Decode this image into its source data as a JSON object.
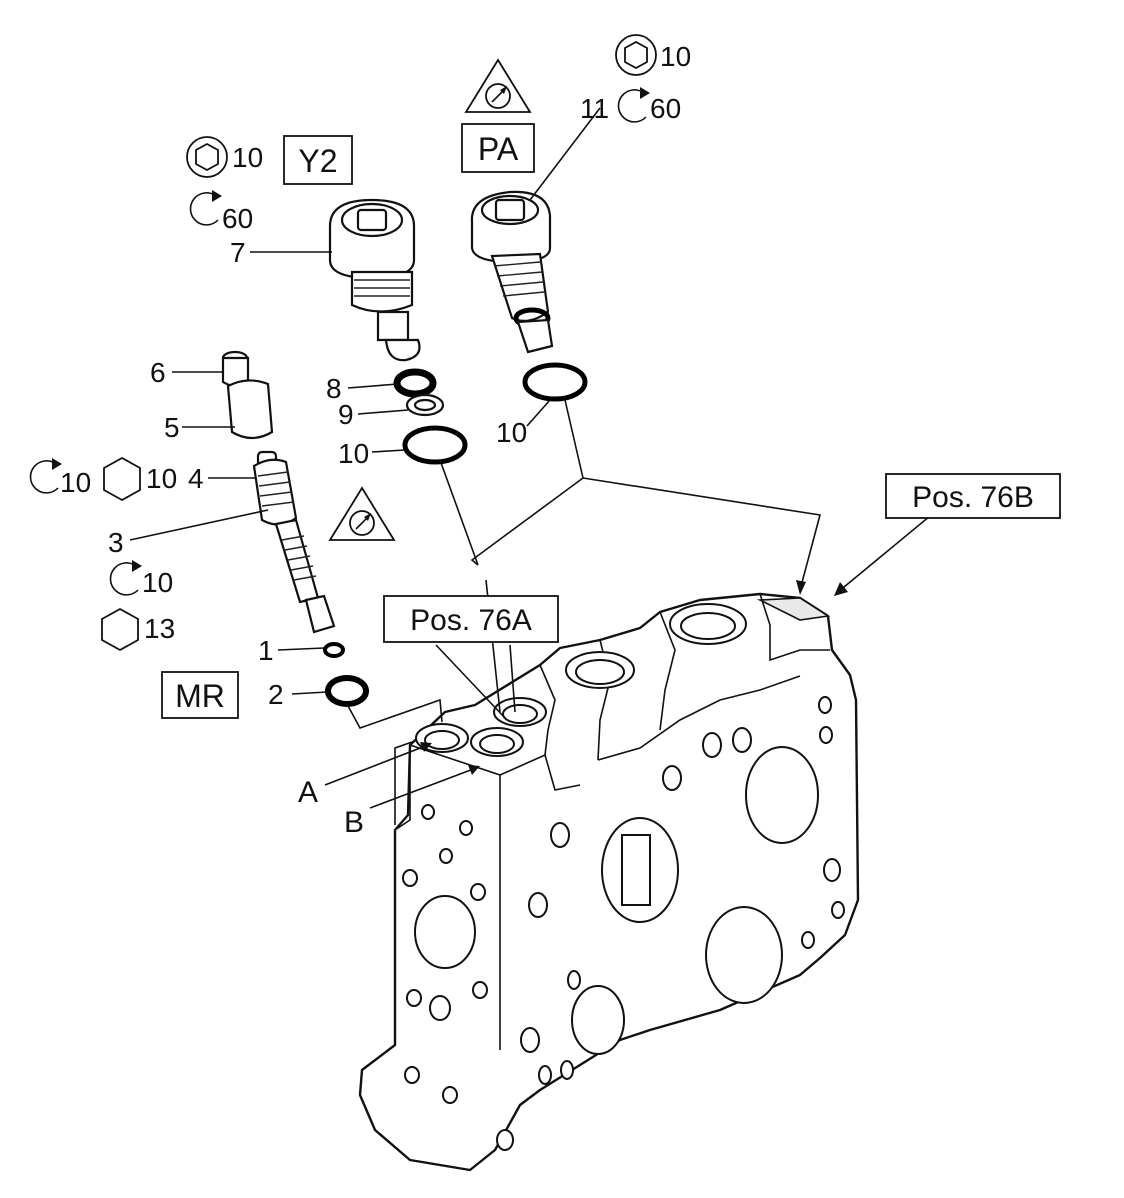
{
  "labels": {
    "y2": "Y2",
    "pa": "PA",
    "mr": "MR",
    "pos76a": "Pos. 76A",
    "pos76b": "Pos. 76B",
    "port_a": "A",
    "port_b": "B"
  },
  "parts": {
    "p1": "1",
    "p2": "2",
    "p3": "3",
    "p4": "4",
    "p5": "5",
    "p6": "6",
    "p7": "7",
    "p8": "8",
    "p9": "9",
    "p10_y2": "10",
    "p10_pa": "10",
    "p11": "11"
  },
  "specs": {
    "y2_hex": "10",
    "y2_torque": "60",
    "pa_hex": "10",
    "pa_torque": "60",
    "part4_torque": "10",
    "part4_hex": "10",
    "part3_torque": "10",
    "part3_hex": "13"
  },
  "icons": [
    "hex-socket-icon",
    "torque-arrow-icon",
    "hex-nut-icon",
    "warning-triangle-gauge-icon"
  ]
}
